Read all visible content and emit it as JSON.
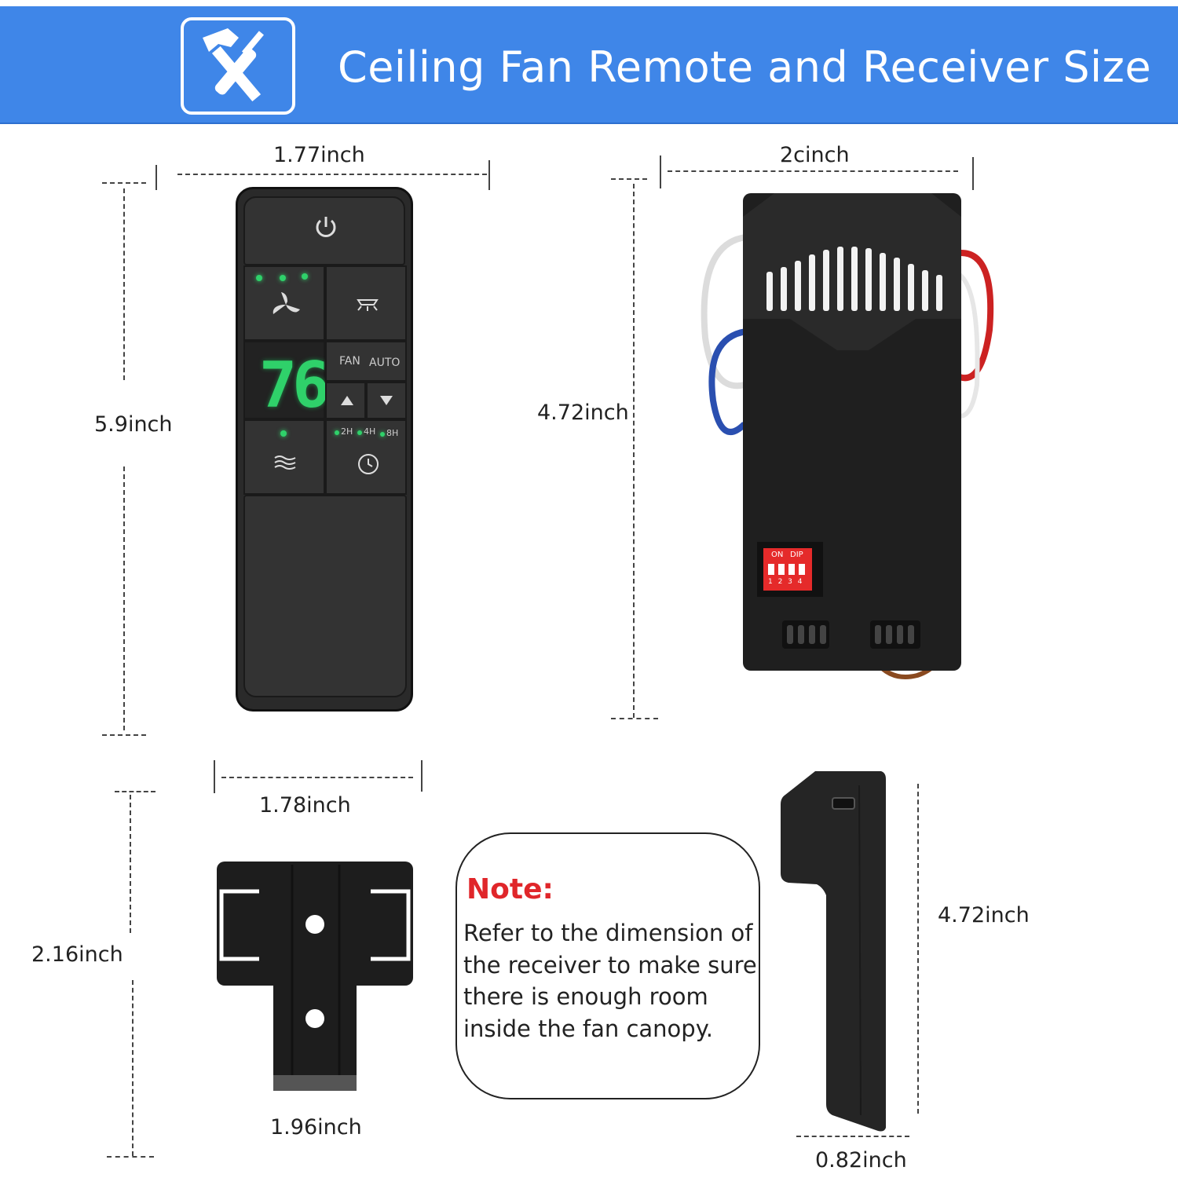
{
  "header": {
    "title": "Ceiling Fan Remote and Receiver Size",
    "icon": "hammer-screwdriver-icon"
  },
  "remote": {
    "width_label": "1.77inch",
    "height_label": "5.9inch",
    "display_value": "76",
    "fan_label": "FAN",
    "auto_label": "AUTO",
    "timer_2h": "2H",
    "timer_4h": "4H",
    "timer_8h": "8H"
  },
  "receiver": {
    "width_label": "2cinch",
    "height_label": "4.72inch",
    "dip_on_label": "ON",
    "dip_label": "DIP",
    "dip_numbers": "1 2 3 4"
  },
  "bracket": {
    "top_width_label": "1.78inch",
    "height_label": "2.16inch",
    "bottom_width_label": "1.96inch"
  },
  "side_view": {
    "height_label": "4.72inch",
    "depth_label": "0.82inch"
  },
  "note": {
    "title": "Note:",
    "line1": "Refer to the dimension of",
    "line2": "the receiver to make sure",
    "line3": "there is enough room",
    "line4": "inside the fan canopy."
  },
  "colors": {
    "banner": "#3f86e8",
    "led": "#2fd16a",
    "note_title": "#e0262a",
    "dip_switch": "#e52a2a"
  }
}
